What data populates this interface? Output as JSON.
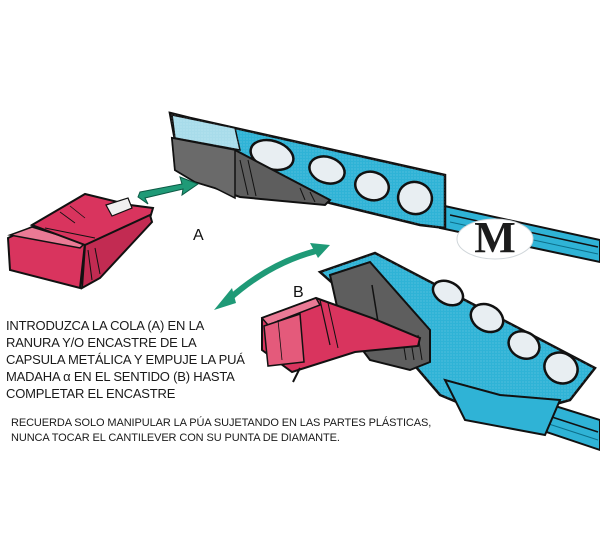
{
  "diagram": {
    "subject": "stylus replacement on turntable headshell",
    "labels": {
      "a": "A",
      "b": "B"
    },
    "logo": {
      "letter": "M"
    },
    "instructions": {
      "lines": [
        "INTRODUZCA LA COLA (A) EN LA",
        "RANURA Y/O ENCASTRE DE LA",
        "CAPSULA METÁLICA Y EMPUJE LA PUÁ",
        "MADAHA α EN EL SENTIDO (B) HASTA",
        "COMPLETAR EL ENCASTRE"
      ]
    },
    "warning": {
      "lines": [
        "RECUERDA SOLO MANIPULAR LA PÚA SUJETANDO EN LAS PARTES PLÁSTICAS,",
        "NUNCA TOCAR EL CANTILEVER CON SU PUNTA DE DIAMANTE."
      ]
    },
    "colors": {
      "headshell_blue": "#2fb3d6",
      "headshell_light": "#a8dcea",
      "cartridge_gray": "#5e5e5e",
      "stylus_pink": "#d9345e",
      "stylus_light": "#ea7a95",
      "arrow_green": "#1f9a77",
      "hole_fill": "#e8eef2",
      "outline": "#111111"
    },
    "components": [
      {
        "id": "stylus-loose",
        "label": "stylus (detached)"
      },
      {
        "id": "headshell-top",
        "label": "headshell with cartridge"
      },
      {
        "id": "headshell-bottom",
        "label": "headshell with stylus inserted"
      },
      {
        "id": "arrow-a",
        "label": "insertion arrow A"
      },
      {
        "id": "arrow-b",
        "label": "rotation arrow B"
      }
    ]
  }
}
